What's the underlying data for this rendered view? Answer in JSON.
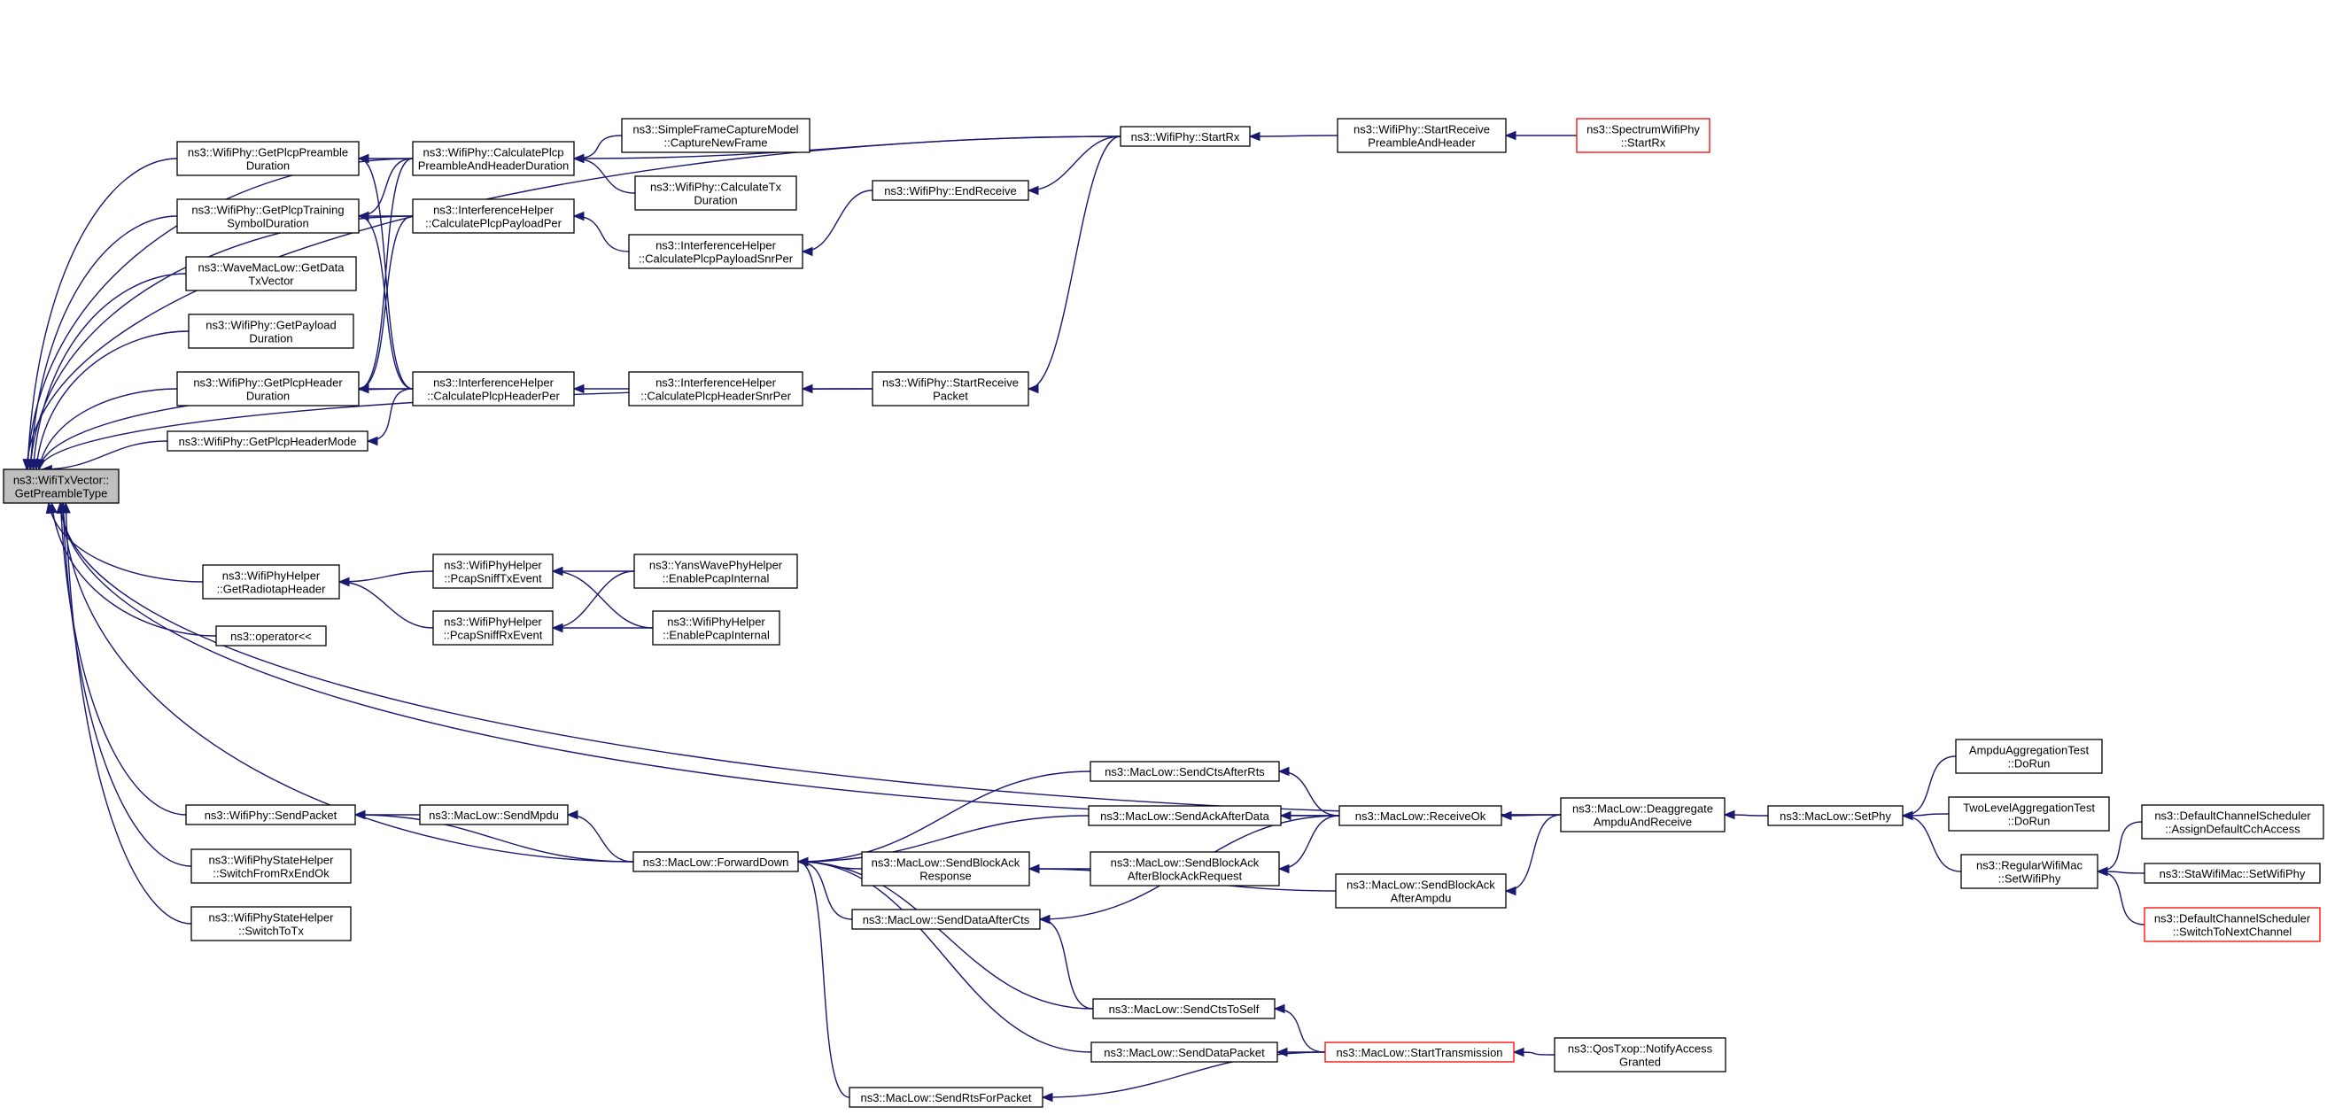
{
  "colors": {
    "edge": "#191970",
    "root_fill": "#bfbfbf",
    "truncated_border": "#ff0000",
    "node_border": "#000000"
  },
  "nodes": {
    "root": {
      "lines": [
        "ns3::WifiTxVector::",
        "GetPreambleType"
      ],
      "interactable": false
    },
    "getPlcpPreambleDuration": {
      "lines": [
        "ns3::WifiPhy::GetPlcpPreamble",
        "Duration"
      ]
    },
    "getPlcpTrainingSymbolDuration": {
      "lines": [
        "ns3::WifiPhy::GetPlcpTraining",
        "SymbolDuration"
      ]
    },
    "getDataTxVector": {
      "lines": [
        "ns3::WaveMacLow::GetData",
        "TxVector"
      ]
    },
    "getPayloadDuration": {
      "lines": [
        "ns3::WifiPhy::GetPayload",
        "Duration"
      ]
    },
    "getPlcpHeaderDuration": {
      "lines": [
        "ns3::WifiPhy::GetPlcpHeader",
        "Duration"
      ]
    },
    "getPlcpHeaderMode": {
      "lines": [
        "ns3::WifiPhy::GetPlcpHeaderMode"
      ]
    },
    "getRadiotapHeader": {
      "lines": [
        "ns3::WifiPhyHelper",
        "::GetRadiotapHeader"
      ]
    },
    "operatorShift": {
      "lines": [
        "ns3::operator<<"
      ]
    },
    "sendPacket": {
      "lines": [
        "ns3::WifiPhy::SendPacket"
      ]
    },
    "switchFromRxEndOk": {
      "lines": [
        "ns3::WifiPhyStateHelper",
        "::SwitchFromRxEndOk"
      ]
    },
    "switchToTx": {
      "lines": [
        "ns3::WifiPhyStateHelper",
        "::SwitchToTx"
      ]
    },
    "calcPreambleHeader": {
      "lines": [
        "ns3::WifiPhy::CalculatePlcp",
        "PreambleAndHeaderDuration"
      ]
    },
    "ihCalcPayloadPer": {
      "lines": [
        "ns3::InterferenceHelper",
        "::CalculatePlcpPayloadPer"
      ]
    },
    "ihCalcHeaderPer": {
      "lines": [
        "ns3::InterferenceHelper",
        "::CalculatePlcpHeaderPer"
      ]
    },
    "pcapSniffTx": {
      "lines": [
        "ns3::WifiPhyHelper",
        "::PcapSniffTxEvent"
      ]
    },
    "pcapSniffRx": {
      "lines": [
        "ns3::WifiPhyHelper",
        "::PcapSniffRxEvent"
      ]
    },
    "sendMpdu": {
      "lines": [
        "ns3::MacLow::SendMpdu"
      ]
    },
    "captureNewFrame": {
      "lines": [
        "ns3::SimpleFrameCaptureModel",
        "::CaptureNewFrame"
      ]
    },
    "calcTxDuration": {
      "lines": [
        "ns3::WifiPhy::CalculateTx",
        "Duration"
      ]
    },
    "ihCalcPayloadSnrPer": {
      "lines": [
        "ns3::InterferenceHelper",
        "::CalculatePlcpPayloadSnrPer"
      ]
    },
    "ihCalcHeaderSnrPer": {
      "lines": [
        "ns3::InterferenceHelper",
        "::CalculatePlcpHeaderSnrPer"
      ]
    },
    "yansEnablePcap": {
      "lines": [
        "ns3::YansWavePhyHelper",
        "::EnablePcapInternal"
      ]
    },
    "wifiEnablePcap": {
      "lines": [
        "ns3::WifiPhyHelper",
        "::EnablePcapInternal"
      ]
    },
    "forwardDown": {
      "lines": [
        "ns3::MacLow::ForwardDown"
      ]
    },
    "endReceive": {
      "lines": [
        "ns3::WifiPhy::EndReceive"
      ]
    },
    "startReceivePacket": {
      "lines": [
        "ns3::WifiPhy::StartReceive",
        "Packet"
      ]
    },
    "startRx": {
      "lines": [
        "ns3::WifiPhy::StartRx"
      ]
    },
    "startReceivePreamble": {
      "lines": [
        "ns3::WifiPhy::StartReceive",
        "PreambleAndHeader"
      ]
    },
    "spectrumStartRx": {
      "lines": [
        "ns3::SpectrumWifiPhy",
        "::StartRx"
      ],
      "truncated": true
    },
    "sendCtsAfterRts": {
      "lines": [
        "ns3::MacLow::SendCtsAfterRts"
      ]
    },
    "sendAckAfterData": {
      "lines": [
        "ns3::MacLow::SendAckAfterData"
      ]
    },
    "sendBlockAckResponse": {
      "lines": [
        "ns3::MacLow::SendBlockAck",
        "Response"
      ]
    },
    "sendBlockAckAfterBar": {
      "lines": [
        "ns3::MacLow::SendBlockAck",
        "AfterBlockAckRequest"
      ]
    },
    "sendDataAfterCts": {
      "lines": [
        "ns3::MacLow::SendDataAfterCts"
      ]
    },
    "sendCtsToSelf": {
      "lines": [
        "ns3::MacLow::SendCtsToSelf"
      ]
    },
    "sendDataPacket": {
      "lines": [
        "ns3::MacLow::SendDataPacket"
      ]
    },
    "sendRtsForPacket": {
      "lines": [
        "ns3::MacLow::SendRtsForPacket"
      ]
    },
    "receiveOk": {
      "lines": [
        "ns3::MacLow::ReceiveOk"
      ]
    },
    "sendBlockAckAfterAmpdu": {
      "lines": [
        "ns3::MacLow::SendBlockAck",
        "AfterAmpdu"
      ]
    },
    "startTransmission": {
      "lines": [
        "ns3::MacLow::StartTransmission"
      ],
      "truncated": true
    },
    "deaggregate": {
      "lines": [
        "ns3::MacLow::Deaggregate",
        "AmpduAndReceive"
      ]
    },
    "notifyAccessGranted": {
      "lines": [
        "ns3::QosTxop::NotifyAccess",
        "Granted"
      ]
    },
    "setPhy": {
      "lines": [
        "ns3::MacLow::SetPhy"
      ]
    },
    "ampduDoRun": {
      "lines": [
        "AmpduAggregationTest",
        "::DoRun"
      ]
    },
    "twoLevelDoRun": {
      "lines": [
        "TwoLevelAggregationTest",
        "::DoRun"
      ]
    },
    "regularSetWifiPhy": {
      "lines": [
        "ns3::RegularWifiMac",
        "::SetWifiPhy"
      ]
    },
    "assignDefaultCch": {
      "lines": [
        "ns3::DefaultChannelScheduler",
        "::AssignDefaultCchAccess"
      ]
    },
    "staSetWifiPhy": {
      "lines": [
        "ns3::StaWifiMac::SetWifiPhy"
      ]
    },
    "switchToNextChannel": {
      "lines": [
        "ns3::DefaultChannelScheduler",
        "::SwitchToNextChannel"
      ],
      "truncated": true
    }
  },
  "edges": [
    [
      "root",
      "getPlcpPreambleDuration"
    ],
    [
      "root",
      "getPlcpTrainingSymbolDuration"
    ],
    [
      "root",
      "getDataTxVector"
    ],
    [
      "root",
      "getPayloadDuration"
    ],
    [
      "root",
      "getPlcpHeaderDuration"
    ],
    [
      "root",
      "getPlcpHeaderMode"
    ],
    [
      "root",
      "getRadiotapHeader"
    ],
    [
      "root",
      "operatorShift"
    ],
    [
      "root",
      "sendPacket"
    ],
    [
      "root",
      "switchFromRxEndOk"
    ],
    [
      "root",
      "switchToTx"
    ],
    [
      "root",
      "calcPreambleHeader"
    ],
    [
      "root",
      "ihCalcPayloadPer"
    ],
    [
      "root",
      "ihCalcHeaderPer"
    ],
    [
      "root",
      "startRx"
    ],
    [
      "root",
      "startReceivePacket"
    ],
    [
      "root",
      "forwardDown"
    ],
    [
      "root",
      "receiveOk"
    ],
    [
      "root",
      "deaggregate"
    ],
    [
      "getPlcpPreambleDuration",
      "calcPreambleHeader"
    ],
    [
      "getPlcpPreambleDuration",
      "ihCalcHeaderPer"
    ],
    [
      "getPlcpTrainingSymbolDuration",
      "calcPreambleHeader"
    ],
    [
      "getPlcpTrainingSymbolDuration",
      "ihCalcPayloadPer"
    ],
    [
      "getPlcpTrainingSymbolDuration",
      "ihCalcHeaderPer"
    ],
    [
      "getPlcpHeaderDuration",
      "calcPreambleHeader"
    ],
    [
      "getPlcpHeaderDuration",
      "ihCalcPayloadPer"
    ],
    [
      "getPlcpHeaderDuration",
      "ihCalcHeaderPer"
    ],
    [
      "getPlcpHeaderMode",
      "ihCalcHeaderPer"
    ],
    [
      "calcPreambleHeader",
      "captureNewFrame"
    ],
    [
      "calcPreambleHeader",
      "calcTxDuration"
    ],
    [
      "calcPreambleHeader",
      "startRx"
    ],
    [
      "ihCalcPayloadPer",
      "ihCalcPayloadSnrPer"
    ],
    [
      "ihCalcHeaderPer",
      "ihCalcHeaderSnrPer"
    ],
    [
      "ihCalcPayloadSnrPer",
      "endReceive"
    ],
    [
      "ihCalcHeaderSnrPer",
      "startReceivePacket"
    ],
    [
      "endReceive",
      "startRx"
    ],
    [
      "startReceivePacket",
      "startRx"
    ],
    [
      "startRx",
      "startReceivePreamble"
    ],
    [
      "startReceivePreamble",
      "spectrumStartRx"
    ],
    [
      "getRadiotapHeader",
      "pcapSniffTx"
    ],
    [
      "getRadiotapHeader",
      "pcapSniffRx"
    ],
    [
      "pcapSniffTx",
      "yansEnablePcap"
    ],
    [
      "pcapSniffTx",
      "wifiEnablePcap"
    ],
    [
      "pcapSniffRx",
      "yansEnablePcap"
    ],
    [
      "pcapSniffRx",
      "wifiEnablePcap"
    ],
    [
      "sendPacket",
      "sendMpdu"
    ],
    [
      "sendPacket",
      "forwardDown"
    ],
    [
      "sendMpdu",
      "forwardDown"
    ],
    [
      "forwardDown",
      "sendCtsAfterRts"
    ],
    [
      "forwardDown",
      "sendAckAfterData"
    ],
    [
      "forwardDown",
      "sendBlockAckResponse"
    ],
    [
      "forwardDown",
      "sendDataAfterCts"
    ],
    [
      "forwardDown",
      "sendCtsToSelf"
    ],
    [
      "forwardDown",
      "sendDataPacket"
    ],
    [
      "forwardDown",
      "sendRtsForPacket"
    ],
    [
      "sendCtsAfterRts",
      "receiveOk"
    ],
    [
      "sendAckAfterData",
      "receiveOk"
    ],
    [
      "sendBlockAckResponse",
      "sendBlockAckAfterBar"
    ],
    [
      "sendBlockAckResponse",
      "sendBlockAckAfterAmpdu"
    ],
    [
      "sendBlockAckAfterBar",
      "receiveOk"
    ],
    [
      "sendBlockAckAfterAmpdu",
      "deaggregate"
    ],
    [
      "sendDataAfterCts",
      "sendCtsToSelf"
    ],
    [
      "sendDataAfterCts",
      "receiveOk"
    ],
    [
      "sendCtsToSelf",
      "startTransmission"
    ],
    [
      "sendDataPacket",
      "startTransmission"
    ],
    [
      "sendRtsForPacket",
      "startTransmission"
    ],
    [
      "receiveOk",
      "deaggregate"
    ],
    [
      "startTransmission",
      "notifyAccessGranted"
    ],
    [
      "deaggregate",
      "setPhy"
    ],
    [
      "setPhy",
      "ampduDoRun"
    ],
    [
      "setPhy",
      "twoLevelDoRun"
    ],
    [
      "setPhy",
      "regularSetWifiPhy"
    ],
    [
      "regularSetWifiPhy",
      "assignDefaultCch"
    ],
    [
      "regularSetWifiPhy",
      "staSetWifiPhy"
    ],
    [
      "regularSetWifiPhy",
      "switchToNextChannel"
    ]
  ]
}
